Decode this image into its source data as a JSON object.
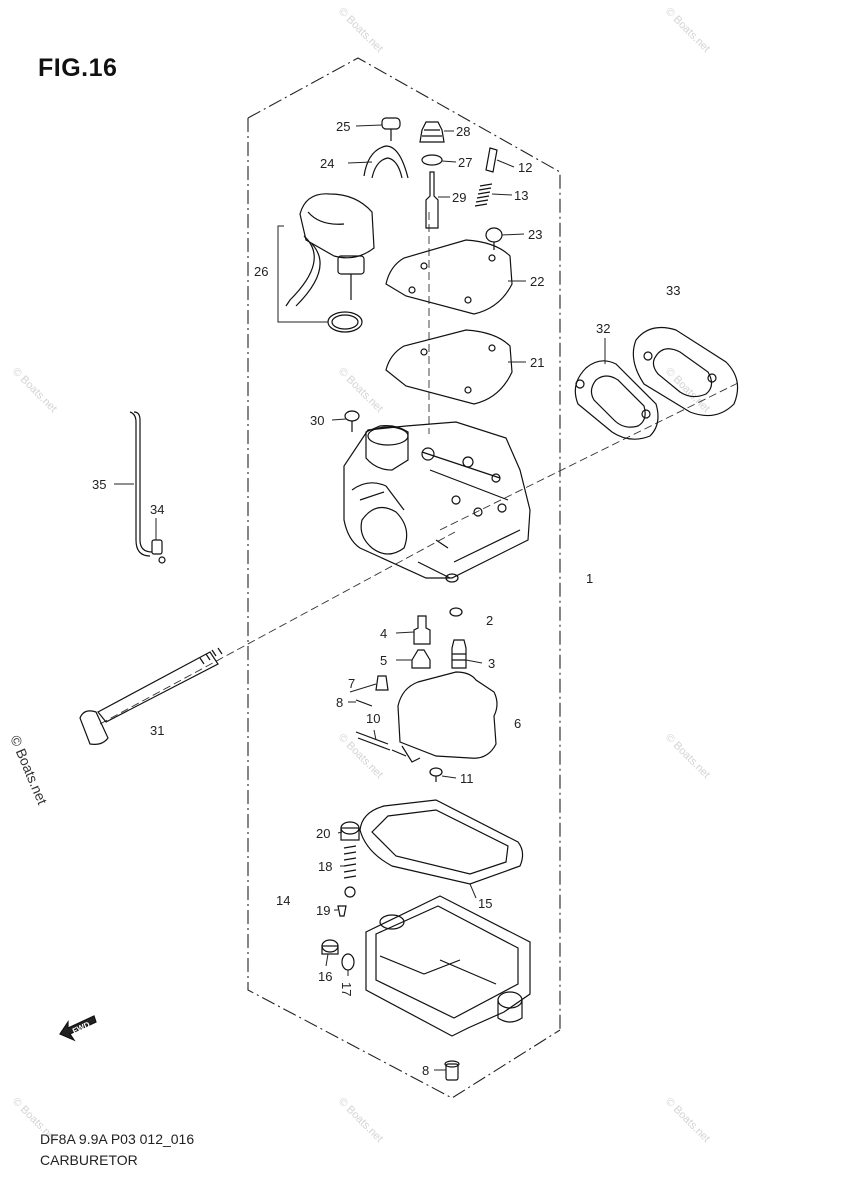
{
  "figure": {
    "title": "FIG.16",
    "footer_code": "DF8A 9.9A P03 012_016",
    "footer_name": "CARBURETOR"
  },
  "watermark": {
    "small_text": "© Boats.net",
    "large_text": "© Boats.net"
  },
  "fwd_label": "FWD",
  "callouts": [
    {
      "id": "1",
      "label": "1"
    },
    {
      "id": "2",
      "label": "2"
    },
    {
      "id": "3",
      "label": "3"
    },
    {
      "id": "4",
      "label": "4"
    },
    {
      "id": "5",
      "label": "5"
    },
    {
      "id": "6",
      "label": "6"
    },
    {
      "id": "7",
      "label": "7"
    },
    {
      "id": "8a",
      "label": "8"
    },
    {
      "id": "8b",
      "label": "8"
    },
    {
      "id": "10",
      "label": "10"
    },
    {
      "id": "11",
      "label": "11"
    },
    {
      "id": "12",
      "label": "12"
    },
    {
      "id": "13",
      "label": "13"
    },
    {
      "id": "14",
      "label": "14"
    },
    {
      "id": "15",
      "label": "15"
    },
    {
      "id": "16",
      "label": "16"
    },
    {
      "id": "17",
      "label": "17"
    },
    {
      "id": "18",
      "label": "18"
    },
    {
      "id": "19",
      "label": "19"
    },
    {
      "id": "20",
      "label": "20"
    },
    {
      "id": "21",
      "label": "21"
    },
    {
      "id": "22",
      "label": "22"
    },
    {
      "id": "23",
      "label": "23"
    },
    {
      "id": "24",
      "label": "24"
    },
    {
      "id": "25",
      "label": "25"
    },
    {
      "id": "26",
      "label": "26"
    },
    {
      "id": "27",
      "label": "27"
    },
    {
      "id": "28",
      "label": "28"
    },
    {
      "id": "29",
      "label": "29"
    },
    {
      "id": "30",
      "label": "30"
    },
    {
      "id": "31",
      "label": "31"
    },
    {
      "id": "32",
      "label": "32"
    },
    {
      "id": "33",
      "label": "33"
    },
    {
      "id": "34",
      "label": "34"
    },
    {
      "id": "35",
      "label": "35"
    }
  ]
}
